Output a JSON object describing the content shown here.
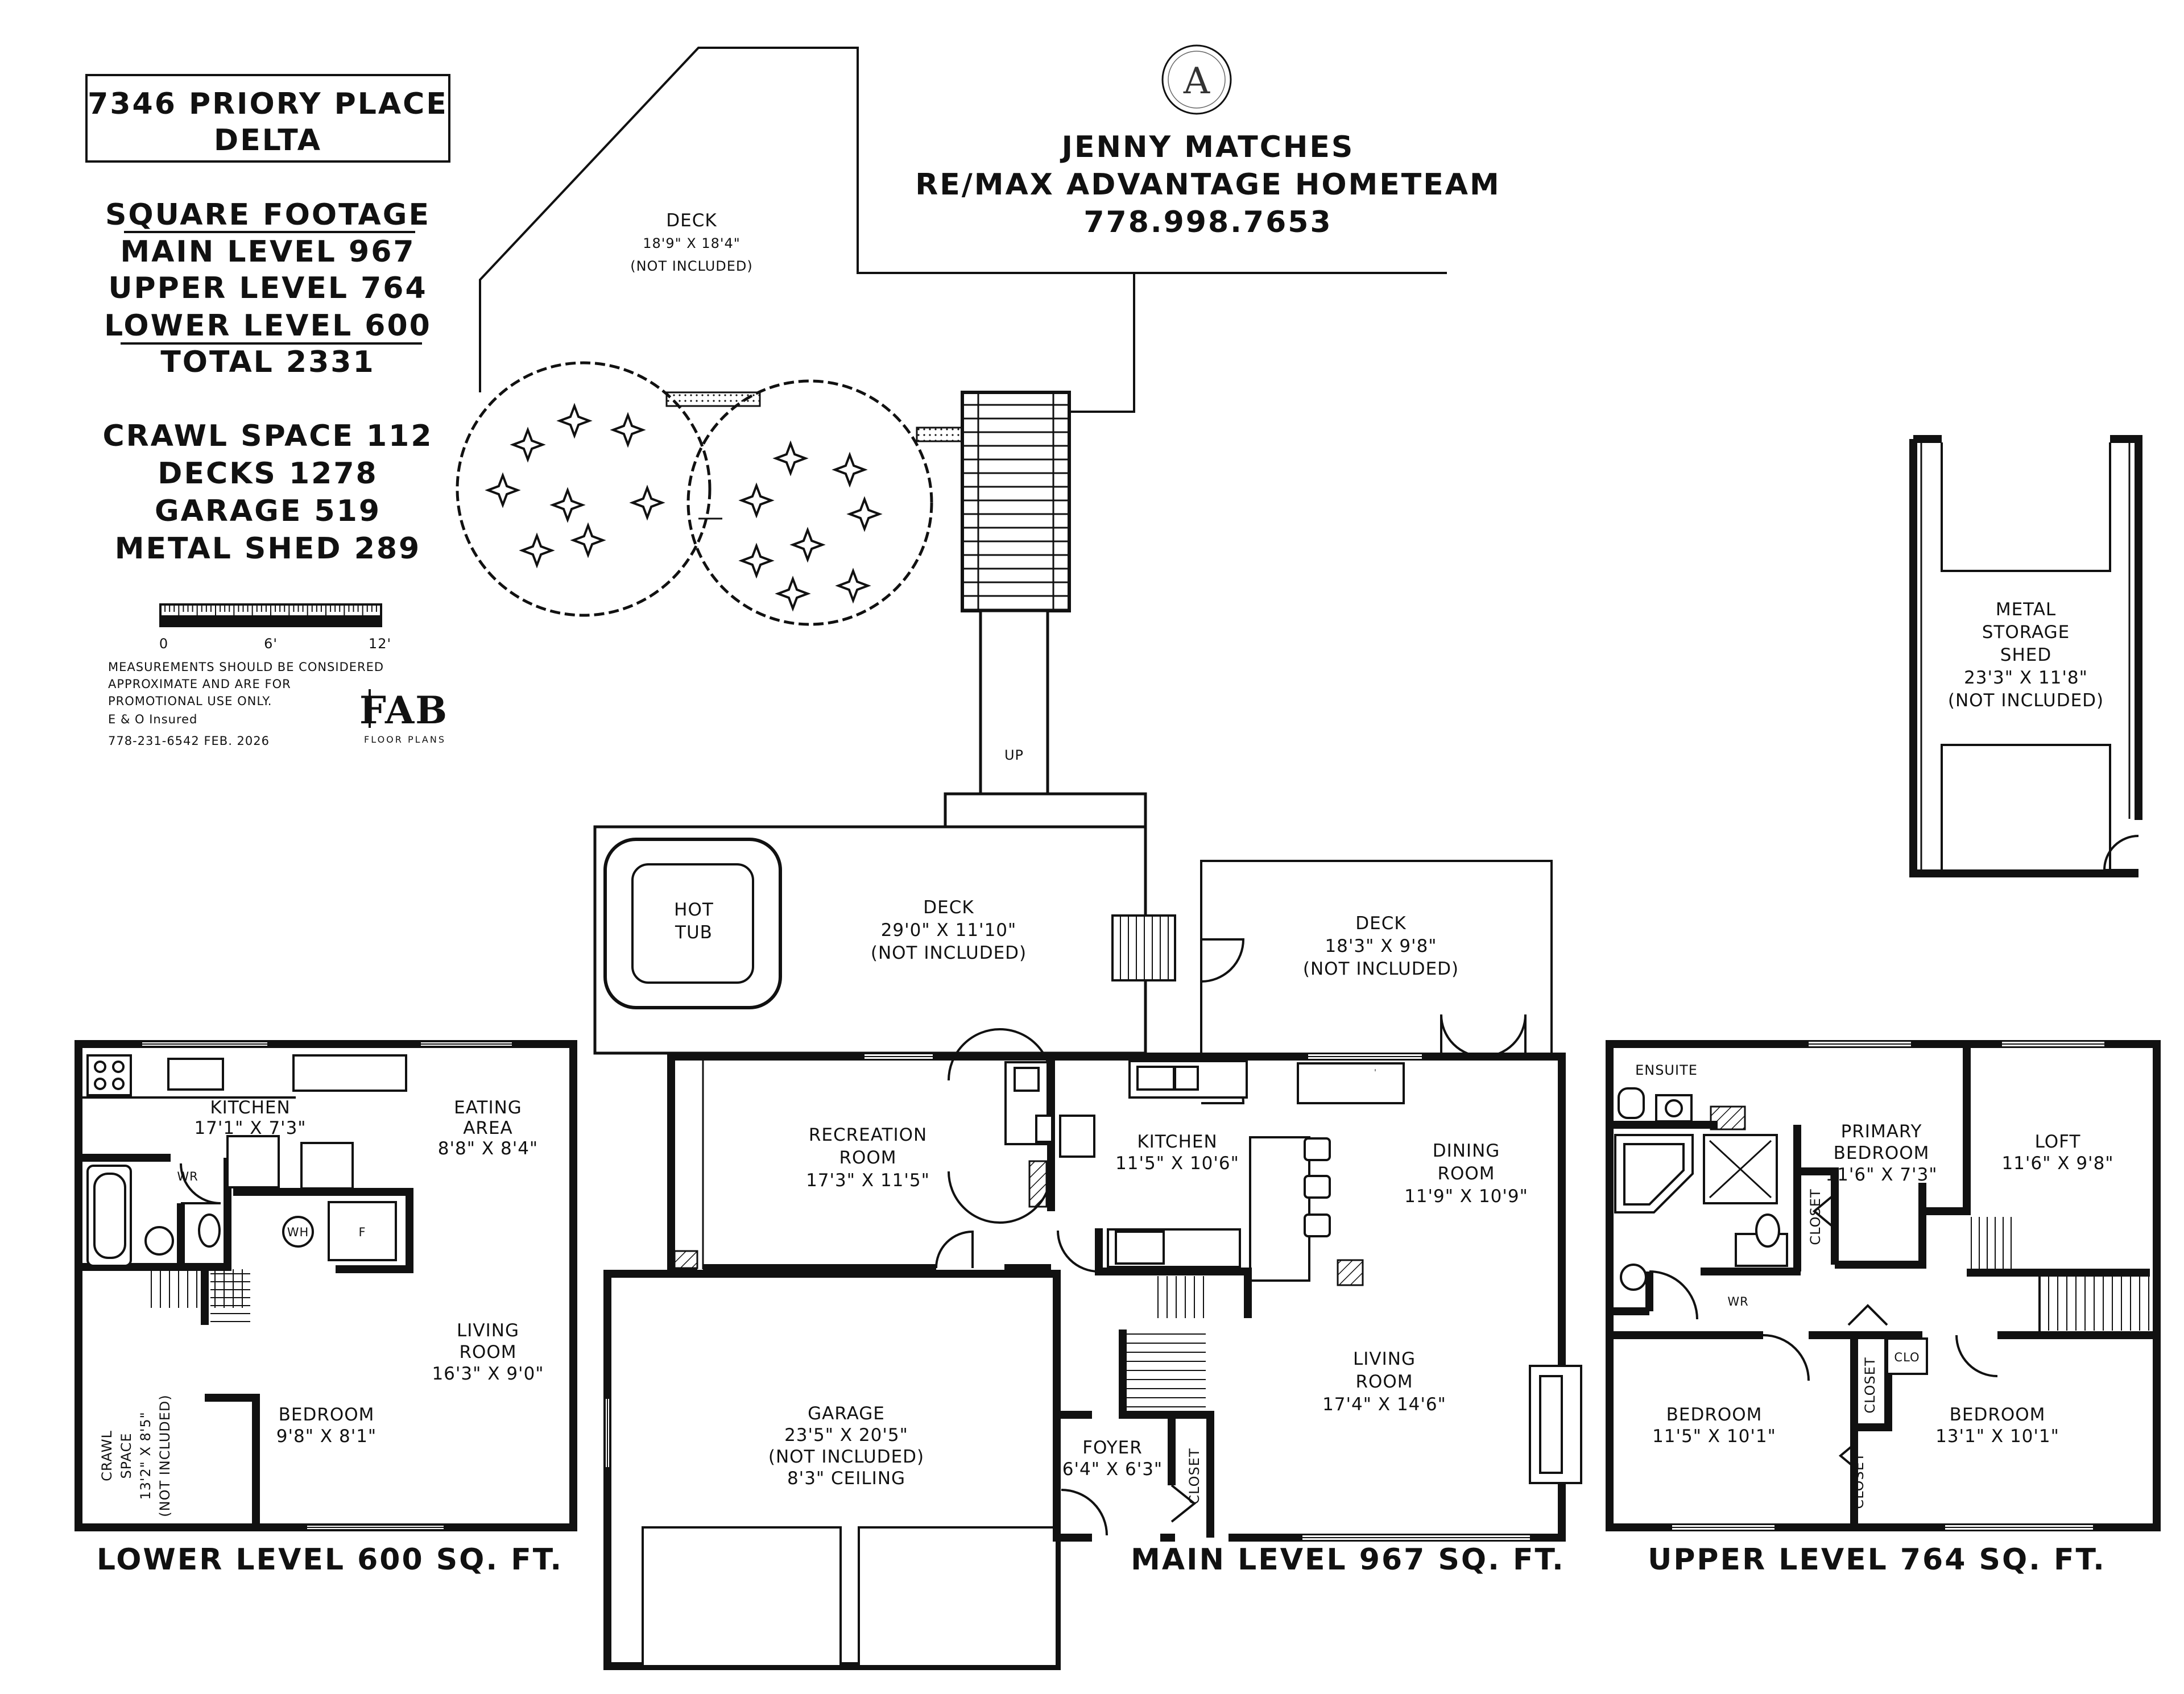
{
  "header": {
    "address_line1": "7346 PRIORY PLACE",
    "address_line2": "DELTA",
    "agent_name": "JENNY MATCHES",
    "brokerage": "RE/MAX ADVANTAGE HOMETEAM",
    "agent_phone": "778.998.7653"
  },
  "square_footage": {
    "title": "SQUARE FOOTAGE",
    "main": "MAIN LEVEL 967",
    "upper": "UPPER LEVEL 764",
    "lower": "LOWER LEVEL 600",
    "total": "TOTAL 2331",
    "crawl": "CRAWL SPACE 112",
    "decks": "DECKS 1278",
    "garage": "GARAGE 519",
    "shed": "METAL SHED 289"
  },
  "scale": {
    "tick0": "0",
    "tick6": "6'",
    "tick12": "12'",
    "disclaimer1": "MEASUREMENTS SHOULD BE CONSIDERED",
    "disclaimer2": "APPROXIMATE AND ARE FOR",
    "disclaimer3": "PROMOTIONAL USE ONLY.",
    "insured": "E & O Insured",
    "contact": "778-231-6542  FEB. 2026",
    "logo_text": "FAB",
    "logo_sub": "FLOOR PLANS"
  },
  "decks": {
    "upper_deck": {
      "name": "DECK",
      "size": "18'9\" X 18'4\"",
      "note": "(NOT INCLUDED)"
    },
    "hot_tub_deck": {
      "name": "DECK",
      "size": "29'0\" X 11'10\"",
      "note": "(NOT INCLUDED)"
    },
    "main_deck": {
      "name": "DECK",
      "size": "18'3\" X 9'8\"",
      "note": "(NOT INCLUDED)"
    },
    "hot_tub_1": "HOT",
    "hot_tub_2": "TUB",
    "stair_up": "UP"
  },
  "shed": {
    "line1": "METAL",
    "line2": "STORAGE",
    "line3": "SHED",
    "size": "23'3\" X 11'8\"",
    "note": "(NOT INCLUDED)"
  },
  "lower_level": {
    "caption": "LOWER LEVEL 600 SQ. FT.",
    "kitchen": {
      "name": "KITCHEN",
      "size": "17'1\" X 7'3\""
    },
    "eating": {
      "line1": "EATING",
      "line2": "AREA",
      "size": "8'8\" X 8'4\""
    },
    "living": {
      "line1": "LIVING",
      "line2": "ROOM",
      "size": "16'3\" X 9'0\""
    },
    "bedroom": {
      "name": "BEDROOM",
      "size": "9'8\" X 8'1\""
    },
    "crawl": {
      "line1": "CRAWL",
      "line2": "SPACE",
      "size": "13'2\" X 8'5\"",
      "note": "(NOT INCLUDED)"
    },
    "wr": "WR",
    "wh": "WH",
    "f": "F"
  },
  "main_level": {
    "caption": "MAIN LEVEL 967 SQ. FT.",
    "recreation": {
      "line1": "RECREATION",
      "line2": "ROOM",
      "size": "17'3\" X 11'5\""
    },
    "kitchen": {
      "name": "KITCHEN",
      "size": "11'5\" X 10'6\""
    },
    "dining": {
      "line1": "DINING",
      "line2": "ROOM",
      "size": "11'9\" X 10'9\""
    },
    "living": {
      "line1": "LIVING",
      "line2": "ROOM",
      "size": "17'4\" X 14'6\""
    },
    "garage": {
      "name": "GARAGE",
      "size": "23'5\" X 20'5\"",
      "note": "(NOT INCLUDED)",
      "ceiling": "8'3\" CEILING"
    },
    "foyer": {
      "name": "FOYER",
      "size": "6'4\" X 6'3\""
    },
    "closet": "CLOSET"
  },
  "upper_level": {
    "caption": "UPPER LEVEL 764 SQ. FT.",
    "ensuite": "ENSUITE",
    "primary": {
      "line1": "PRIMARY",
      "line2": "BEDROOM",
      "size": "11'6\" X 7'3\""
    },
    "loft": {
      "name": "LOFT",
      "size": "11'6\" X 9'8\""
    },
    "bedroom_left": {
      "name": "BEDROOM",
      "size": "11'5\" X 10'1\""
    },
    "bedroom_right": {
      "name": "BEDROOM",
      "size": "13'1\" X 10'1\""
    },
    "wr": "WR",
    "clo": "CLO",
    "closet": "CLOSET"
  }
}
